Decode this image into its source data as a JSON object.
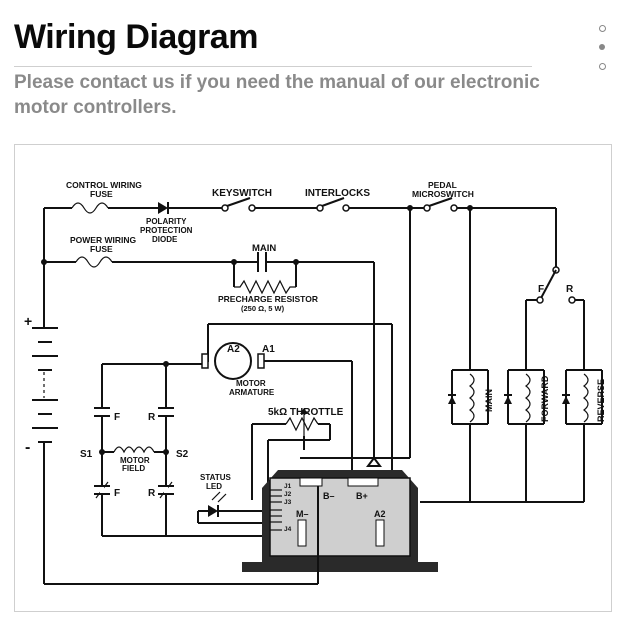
{
  "header": {
    "title": "Wiring Diagram",
    "subtitle": "Please contact us if you need the manual of our electronic motor controllers."
  },
  "carousel": {
    "dots": [
      {
        "name": "carousel-dot-1",
        "state": "inactive"
      },
      {
        "name": "carousel-dot-2",
        "state": "active"
      },
      {
        "name": "carousel-dot-3",
        "state": "inactive"
      }
    ]
  },
  "diagram": {
    "labels": {
      "control_fuse_1": "CONTROL WIRING",
      "control_fuse_2": "FUSE",
      "polarity_1": "POLARITY",
      "polarity_2": "PROTECTION",
      "polarity_3": "DIODE",
      "keyswitch": "KEYSWITCH",
      "interlocks": "INTERLOCKS",
      "pedal_1": "PEDAL",
      "pedal_2": "MICROSWITCH",
      "power_fuse_1": "POWER WIRING",
      "power_fuse_2": "FUSE",
      "main_contactor": "MAIN",
      "precharge_1": "PRECHARGE RESISTOR",
      "precharge_2": "(250 Ω, 5 W)",
      "plus": "+",
      "minus": "-",
      "a2_top": "A2",
      "a1_top": "A1",
      "motor_1": "MOTOR",
      "motor_2": "ARMATURE",
      "throttle": "5kΩ THROTTLE",
      "f_top": "F",
      "r_top": "R",
      "s1": "S1",
      "s2": "S2",
      "field_1": "MOTOR",
      "field_2": "FIELD",
      "f_bot": "F",
      "r_bot": "R",
      "status_1": "STATUS",
      "status_2": "LED",
      "j1": "J1",
      "j2": "J2",
      "j3": "J3",
      "j4": "J4",
      "b_minus": "B–",
      "b_plus": "B+",
      "m_minus": "M–",
      "a2_ctrl": "A2",
      "f_sel": "F",
      "r_sel": "R",
      "coil_main": "MAIN",
      "coil_forward": "FORWARD",
      "coil_reverse": "REVERSE"
    }
  }
}
